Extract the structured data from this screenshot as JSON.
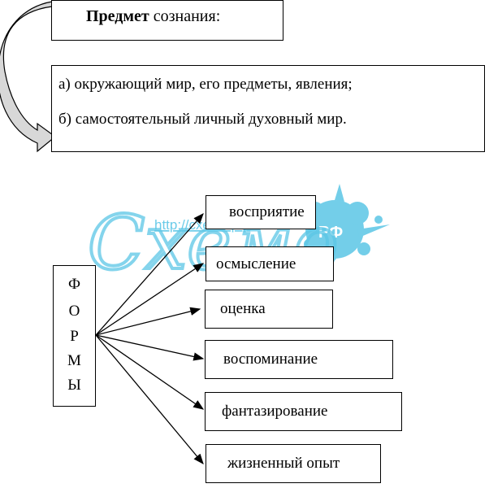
{
  "subject": {
    "title_bold": "Предмет",
    "title_rest": " сознания:",
    "items": [
      "а) окружающий мир, его предметы, явления;",
      "б) самостоятельный личный духовный  мир."
    ]
  },
  "forms": {
    "letters": [
      "Ф",
      "О",
      "Р",
      "М",
      "Ы"
    ],
    "items": [
      "восприятие",
      "осмысление",
      "оценка",
      "воспоминание",
      "фантазирование",
      "жизненный опыт"
    ]
  },
  "watermark": {
    "logo_text": "Схемо",
    "url": "http://схемо.рф",
    "badge": "РФ",
    "color": "#5bc6e6"
  }
}
